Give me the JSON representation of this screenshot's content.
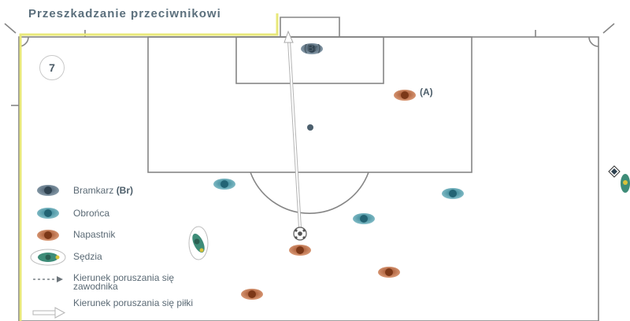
{
  "title": "Przeszkadzanie  przeciwnikowi",
  "situation_number": "7",
  "player_labels": {
    "goalkeeper": "(Br)",
    "attacker": "(A)"
  },
  "legend": {
    "goalkeeper": "Bramkarz",
    "goalkeeper_abbr": "(Br)",
    "defender": "Obrońca",
    "attacker": "Napastnik",
    "referee": "Sędzia",
    "player_direction_line1": "Kierunek poruszania się",
    "player_direction_line2": "zawodnika",
    "ball_direction": "Kierunek poruszania się piłki"
  },
  "colors": {
    "goalkeeper": "#5a6f80",
    "defender": "#4a9aa8",
    "attacker": "#c06a40",
    "referee_shirt": "#3e8c78",
    "referee_accent": "#d8c23a",
    "line": "#858585",
    "highlight_line": "#e8e87a"
  },
  "icons": [
    "goalkeeper-icon",
    "defender-icon",
    "attacker-icon",
    "referee-icon",
    "ball-icon",
    "dashed-arrow-icon",
    "hollow-arrow-icon"
  ]
}
